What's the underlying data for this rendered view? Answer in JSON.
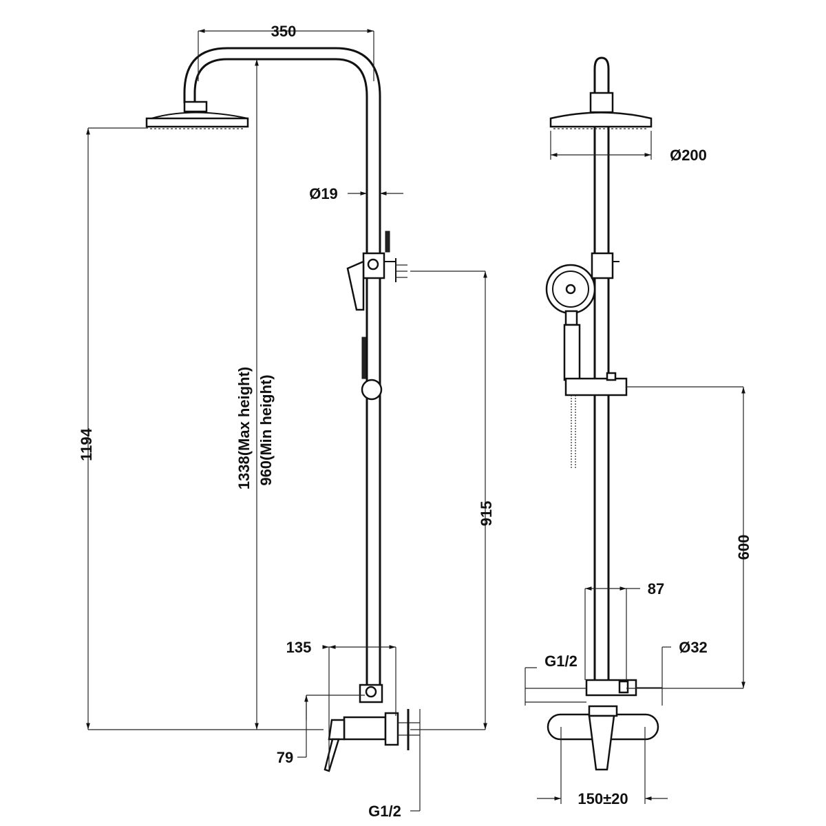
{
  "side_view": {
    "arm_width": "350",
    "pipe_diameter": "Ø19",
    "head_height": "1194",
    "max_height": "1338(Max height)",
    "min_height": "960(Min height)",
    "holder_height": "915",
    "valve_depth": "135",
    "outlet_offset": "79",
    "inlet_thread": "G1/2"
  },
  "front_view": {
    "head_diameter": "Ø200",
    "slider_height": "600",
    "bracket_width": "87",
    "bracket_diameter": "Ø32",
    "inlet_thread": "G1/2",
    "centers": "150±20"
  }
}
